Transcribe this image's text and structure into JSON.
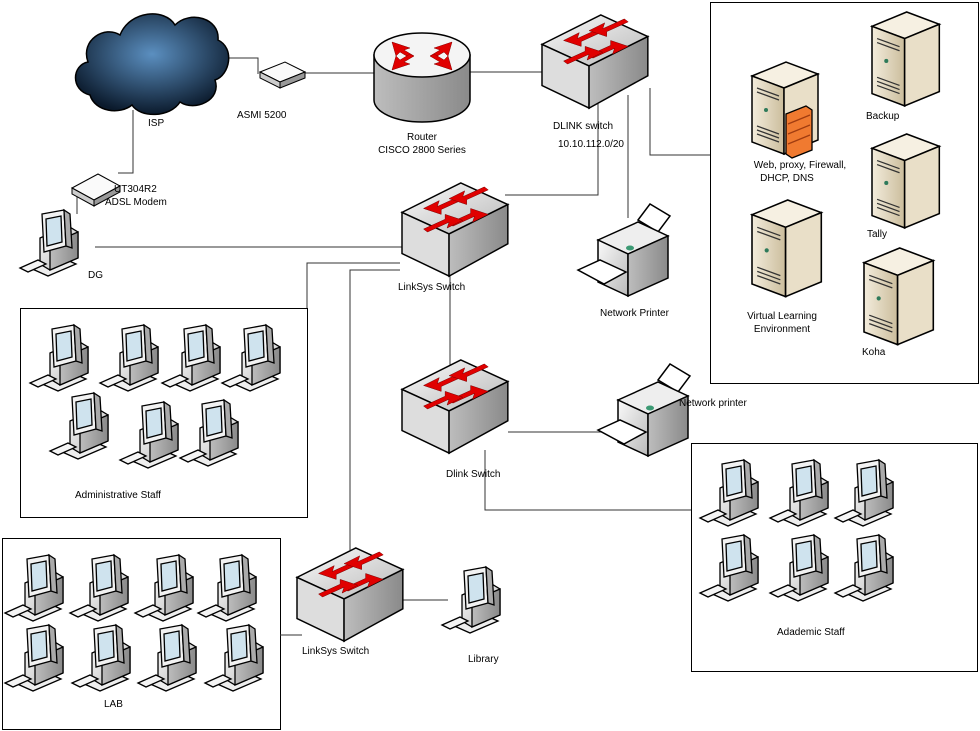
{
  "labels": {
    "isp": "ISP",
    "asmi": "ASMI 5200",
    "router_1": "Router",
    "router_2": "CISCO 2800 Series",
    "dlink_switch": "DLINK switch",
    "subnet": "10.10.112.0/20",
    "modem_1": "UT304R2",
    "modem_2": "ADSL Modem",
    "dg": "DG",
    "linksys_1": "LinkSys Switch",
    "network_printer_1": "Network Printer",
    "web_1": "Web, proxy, Firewall,",
    "web_2": "DHCP, DNS",
    "backup": "Backup",
    "tally": "Tally",
    "vle_1": "Virtual Learning",
    "vle_2": "Environment",
    "koha": "Koha",
    "admin": "Administrative Staff",
    "dlink_2": "Dlink Switch",
    "network_printer_2": "Network printer",
    "academic": "Adademic Staff",
    "lab": "LAB",
    "linksys_2": "LinkSys Switch",
    "library": "Library"
  },
  "colors": {
    "arrow": "#e00000",
    "server": "#e2d6bc",
    "firewall": "#f07a30",
    "cloud": "#1d3550",
    "screen": "#cfe3ee"
  }
}
